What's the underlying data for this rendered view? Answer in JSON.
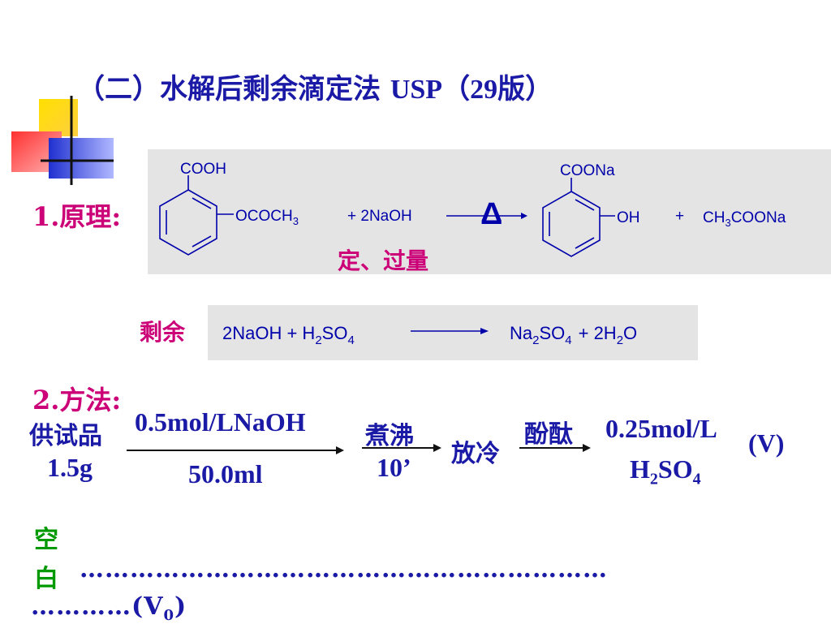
{
  "title": {
    "text": "（二）水解后剩余滴定法",
    "usp": "USP（29版）"
  },
  "section1": {
    "label": "1.原理:"
  },
  "reaction1": {
    "reactant_top": "COOH",
    "reactant_side": "OCOCH",
    "reactant_side_sub": "3",
    "plus_naoh": "+ 2NaOH",
    "heat": "Δ",
    "product_top": "COONa",
    "product_side": "OH",
    "plus": "+",
    "acetate": "CH",
    "acetate_sub": "3",
    "acetate_rest": "COONa",
    "note": "定、过量"
  },
  "reaction2": {
    "label": "剩余",
    "lhs": "2NaOH + H",
    "lhs_sub": "2",
    "lhs_so": "SO",
    "lhs_sub2": "4",
    "rhs_na": "Na",
    "rhs_sub1": "2",
    "rhs_so": "SO",
    "rhs_sub2": "4",
    "rhs_plus": "+ 2H",
    "rhs_sub3": "2",
    "rhs_o": "O"
  },
  "section2": {
    "label": "2.方法:"
  },
  "method": {
    "sample": "供试品",
    "sample_mass": "1.5g",
    "reagent": "0.5mol/LNaOH",
    "volume": "50.0ml",
    "boil": "煮沸",
    "boil_time": "10’",
    "cool": "放冷",
    "indicator": "酚酞",
    "titrant": "0.25mol/L",
    "titrant_h": "H",
    "titrant_sub1": "2",
    "titrant_so": "SO",
    "titrant_sub2": "4",
    "v": "(V)"
  },
  "blank": {
    "char1": "空",
    "char2": "白",
    "dots1": "………………………………………………………",
    "dots2": "…………(V",
    "v0_sub": "0",
    "v0_close": ")"
  },
  "colors": {
    "navy": "#1a1aa6",
    "magenta": "#cc0077",
    "green": "#009900",
    "box": "#e4e4e4"
  }
}
